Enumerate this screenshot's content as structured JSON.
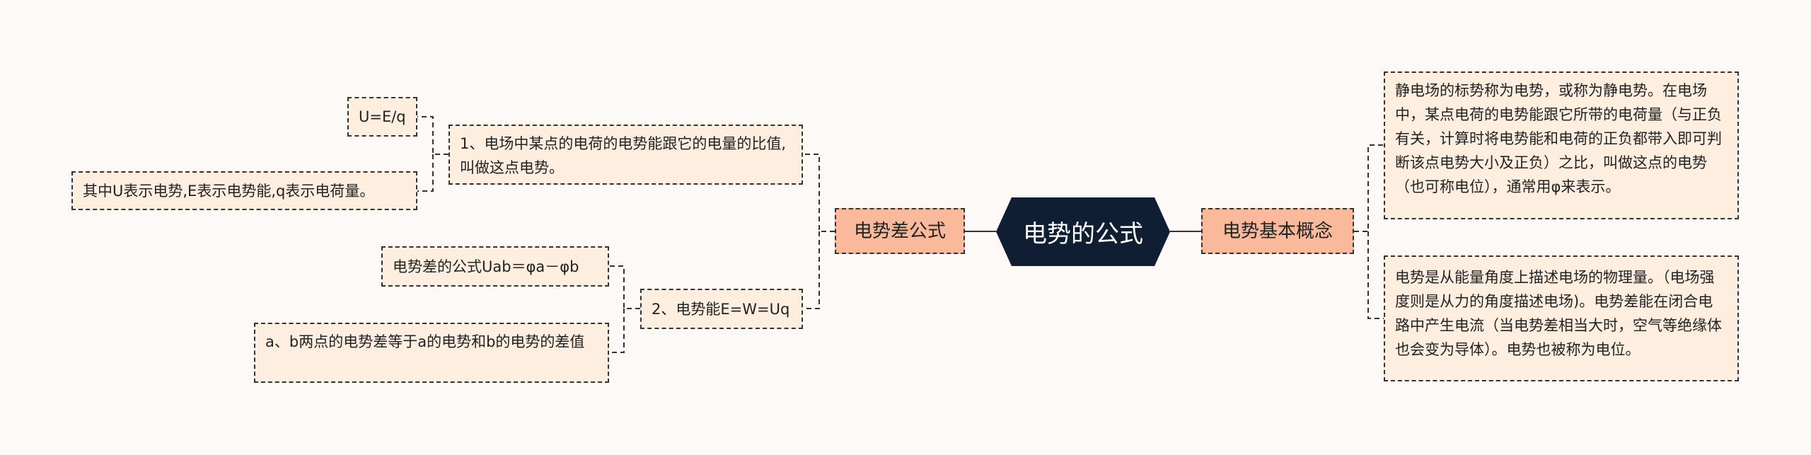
{
  "root": {
    "label": "电势的公式"
  },
  "left_branch": {
    "label": "电势差公式",
    "children": [
      {
        "label": "1、电场中某点的电荷的电势能跟它的电量的比值,叫做这点电势。",
        "children": [
          {
            "label": "U=E/q"
          },
          {
            "label": "其中U表示电势,E表示电势能,q表示电荷量。"
          }
        ]
      },
      {
        "label": "2、电势能E=W=Uq",
        "children": [
          {
            "label": "电势差的公式Uab＝φa－φb"
          },
          {
            "label": "a、b两点的电势差等于a的电势和b的电势的差值"
          }
        ]
      }
    ]
  },
  "right_branch": {
    "label": "电势基本概念",
    "children": [
      {
        "label": "静电场的标势称为电势，或称为静电势。在电场中，某点电荷的电势能跟它所带的电荷量（与正负有关，计算时将电势能和电荷的正负都带入即可判断该点电势大小及正负）之比，叫做这点的电势（也可称电位），通常用φ来表示。"
      },
      {
        "label": "电势是从能量角度上描述电场的物理量。（电场强度则是从力的角度描述电场)。电势差能在闭合电路中产生电流（当电势差相当大时，空气等绝缘体也会变为导体）。电势也被称为电位。"
      }
    ]
  },
  "colors": {
    "root_bg": "#0f1e33",
    "level1_bg": "#f9b99a",
    "leaf_bg": "#fdeee0",
    "background": "#fdf9f7"
  }
}
